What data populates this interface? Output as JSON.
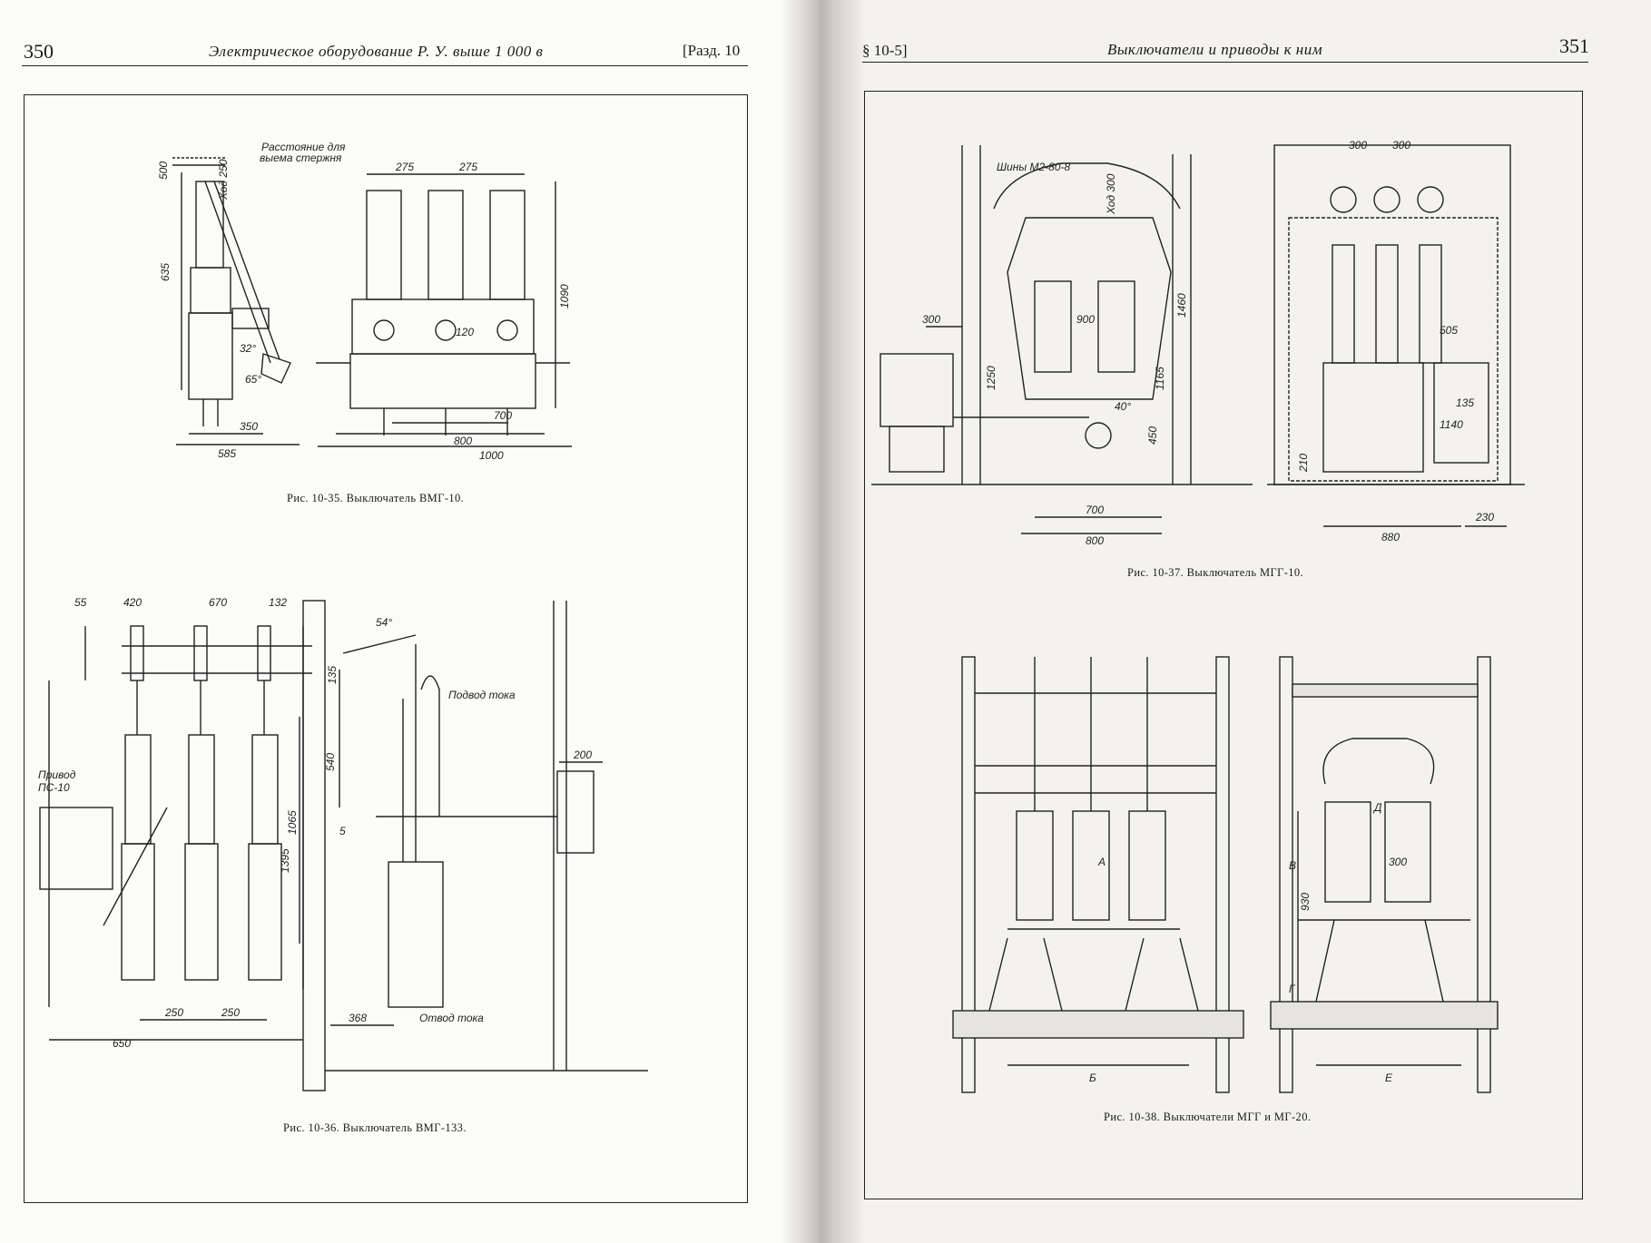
{
  "left_page": {
    "page_number": "350",
    "running_title": "Электрическое оборудование Р. У. выше 1 000 в",
    "section_ref": "[Разд. 10",
    "figures": [
      {
        "caption": "Рис. 10-35. Выключатель ВМГ-10.",
        "labels": {
          "removal_note_1": "Расстояние для",
          "removal_note_2": "выема стержня",
          "stroke": "Ход 250"
        },
        "dims": [
          "500",
          "635",
          "275",
          "275",
          "1090",
          "120",
          "32°",
          "65°",
          "350",
          "585",
          "700",
          "800",
          "1000"
        ]
      },
      {
        "caption": "Рис. 10-36. Выключатель ВМГ-133.",
        "labels": {
          "drive_1": "Привод",
          "drive_2": "ПС-10",
          "current_in": "Подвод тока",
          "current_out": "Отвод тока"
        },
        "dims": [
          "55",
          "420",
          "670",
          "132",
          "1065",
          "1395",
          "540",
          "135",
          "54°",
          "5",
          "200",
          "250",
          "250",
          "650",
          "368"
        ]
      }
    ]
  },
  "right_page": {
    "page_number": "351",
    "running_title": "Выключатели и приводы к ним",
    "section_ref": "§ 10-5]",
    "figures": [
      {
        "caption": "Рис. 10-37. Выключатель МГГ-10.",
        "labels": {
          "bus": "Шины М2-80-8",
          "stroke": "Ход 300"
        },
        "dims": [
          "300",
          "300",
          "300",
          "900",
          "1250",
          "1460",
          "1165",
          "450",
          "40°",
          "700",
          "800",
          "505",
          "135",
          "1140",
          "210",
          "880",
          "230"
        ]
      },
      {
        "caption": "Рис. 10-38. Выключатели МГГ и МГ-20.",
        "labels": {
          "a": "А",
          "b": "Б",
          "v": "В",
          "g": "Г",
          "d": "Д",
          "e": "Е"
        },
        "dims": [
          "930",
          "300"
        ]
      }
    ]
  }
}
